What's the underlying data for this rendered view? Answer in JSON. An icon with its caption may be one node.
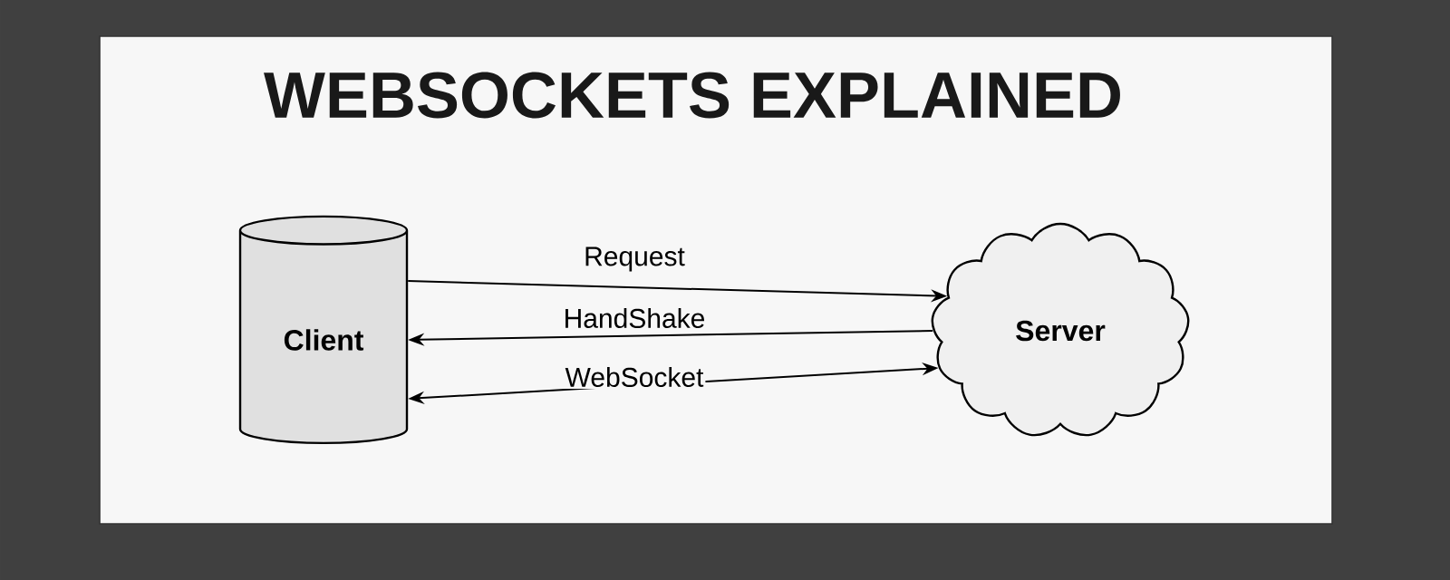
{
  "diagram": {
    "title": "WEBSOCKETS EXPLAINED",
    "nodes": [
      {
        "text": [
          "Client"
        ]
      },
      {
        "text": [
          "Server"
        ]
      }
    ],
    "edges": [
      {
        "from": 0,
        "to": 1,
        "arrow": "to",
        "label": "Request"
      },
      {
        "from": 1,
        "to": 0,
        "arrow": "to",
        "label": "HandShake"
      },
      {
        "from": 0,
        "to": 1,
        "arrow": "both",
        "label": "WebSocket"
      }
    ]
  }
}
